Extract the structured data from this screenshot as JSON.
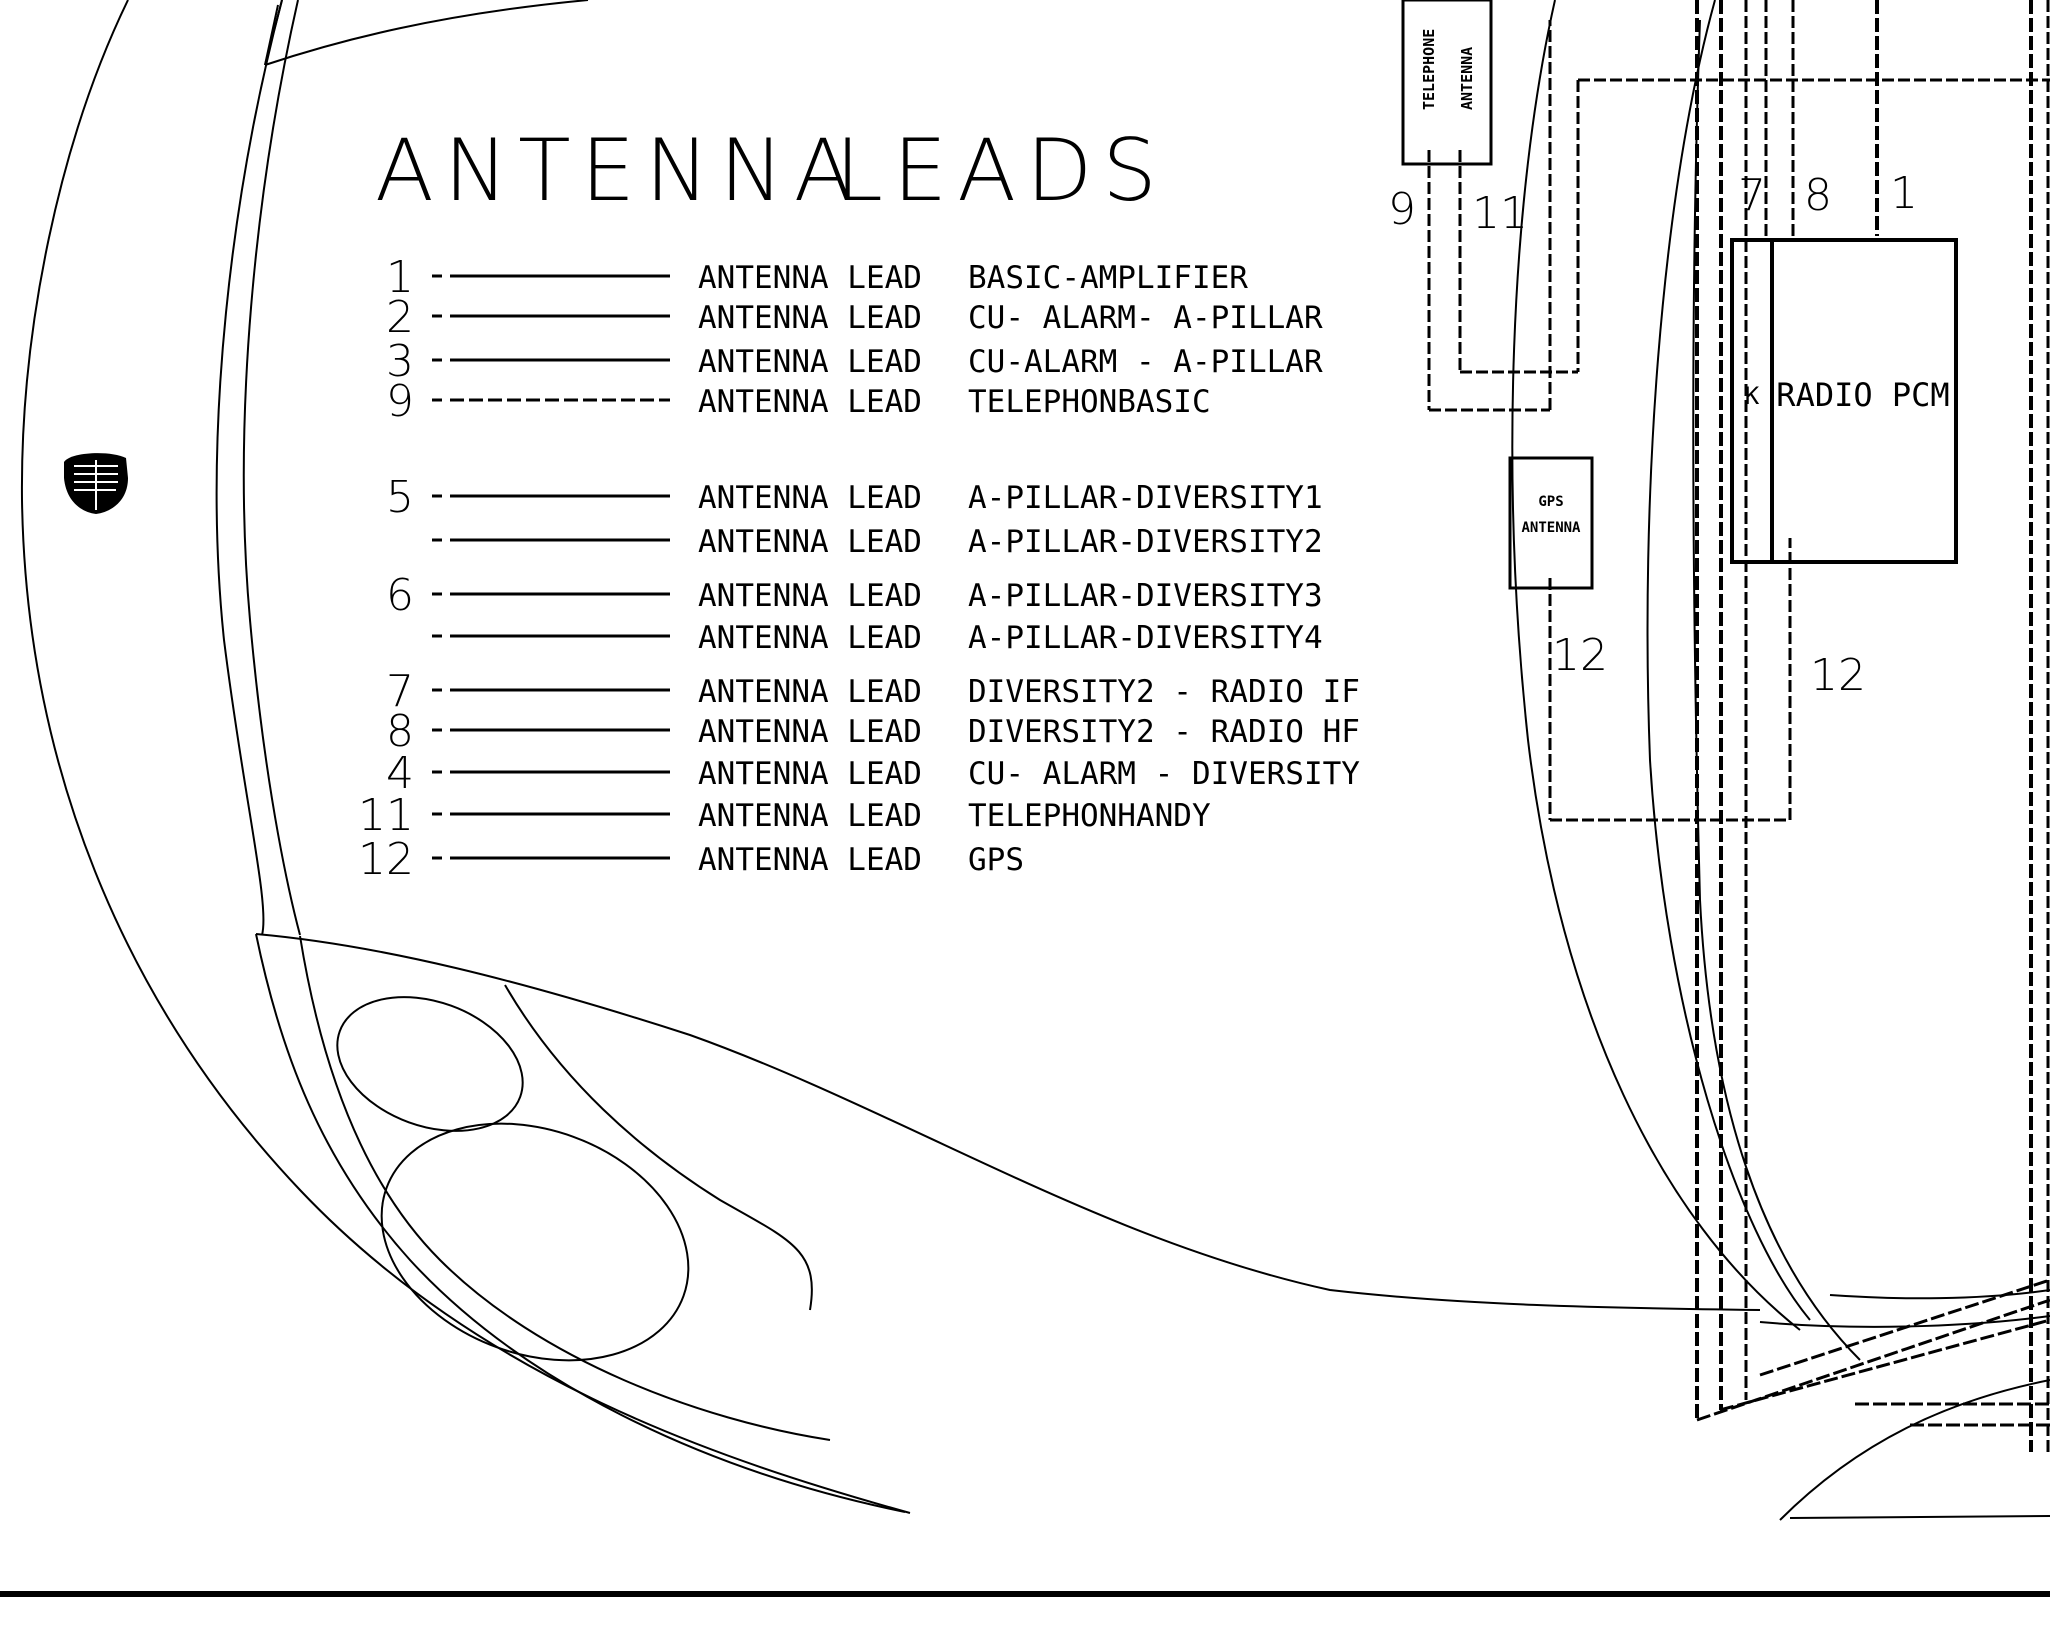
{
  "title_left": "ANTENNA",
  "title_right": "LEADS",
  "legend": [
    {
      "num": "1",
      "lead": "ANTENNA LEAD",
      "desc": "BASIC-AMPLIFIER"
    },
    {
      "num": "2",
      "lead": "ANTENNA LEAD",
      "desc": "CU- ALARM- A-PILLAR"
    },
    {
      "num": "3",
      "lead": "ANTENNA LEAD",
      "desc": "CU-ALARM - A-PILLAR"
    },
    {
      "num": "9",
      "lead": "ANTENNA LEAD",
      "desc": "TELEPHONBASIC"
    },
    {
      "num": "5",
      "lead": "ANTENNA LEAD",
      "desc": "A-PILLAR-DIVERSITY1"
    },
    {
      "num": "",
      "lead": "ANTENNA LEAD",
      "desc": "A-PILLAR-DIVERSITY2"
    },
    {
      "num": "6",
      "lead": "ANTENNA LEAD",
      "desc": "A-PILLAR-DIVERSITY3"
    },
    {
      "num": "",
      "lead": "ANTENNA LEAD",
      "desc": "A-PILLAR-DIVERSITY4"
    },
    {
      "num": "7",
      "lead": "ANTENNA LEAD",
      "desc": "DIVERSITY2 - RADIO IF"
    },
    {
      "num": "8",
      "lead": "ANTENNA LEAD",
      "desc": "DIVERSITY2 - RADIO HF"
    },
    {
      "num": "4",
      "lead": "ANTENNA LEAD",
      "desc": "CU- ALARM - DIVERSITY"
    },
    {
      "num": "11",
      "lead": "ANTENNA LEAD",
      "desc": "TELEPHONHANDY"
    },
    {
      "num": "12",
      "lead": "ANTENNA LEAD",
      "desc": "GPS"
    }
  ],
  "telephone_box": {
    "label_1": "TELEPHONE",
    "label_2": "ANTENNA"
  },
  "gps_box": {
    "label_1": "GPS",
    "label_2": "ANTENNA"
  },
  "radio_box": {
    "k_label": "K",
    "label": "RADIO PCM"
  },
  "lead_numbers": {
    "tel_left": "9",
    "tel_right": "11",
    "radio_7": "7",
    "radio_8": "8",
    "radio_1": "1",
    "gps_12": "12",
    "radio_12": "12"
  },
  "colors": {
    "ink": "#000000",
    "paper": "#ffffff"
  }
}
